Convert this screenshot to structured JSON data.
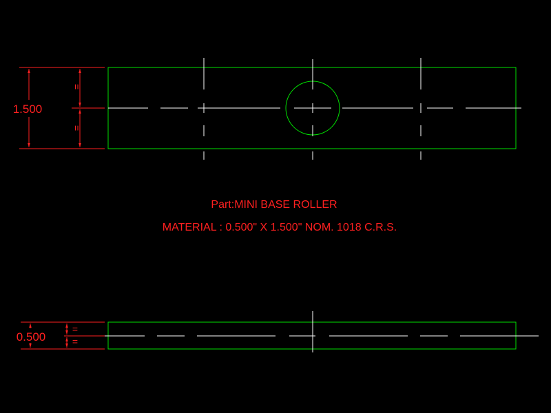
{
  "drawing": {
    "colors": {
      "background": "#000000",
      "part_outline": "#00e000",
      "dimension": "#ff2020",
      "center_line": "#ffffff"
    },
    "top_view": {
      "height_dimension": "1.500",
      "equal_mark_upper": "=",
      "equal_mark_lower": "="
    },
    "side_view": {
      "height_dimension": "0.500",
      "equal_mark_upper": "=",
      "equal_mark_lower": "="
    },
    "notes": {
      "part_label": "Part:MINI BASE ROLLER",
      "material_label": "MATERIAL : 0.500\" X 1.500\" NOM. 1018 C.R.S."
    }
  }
}
